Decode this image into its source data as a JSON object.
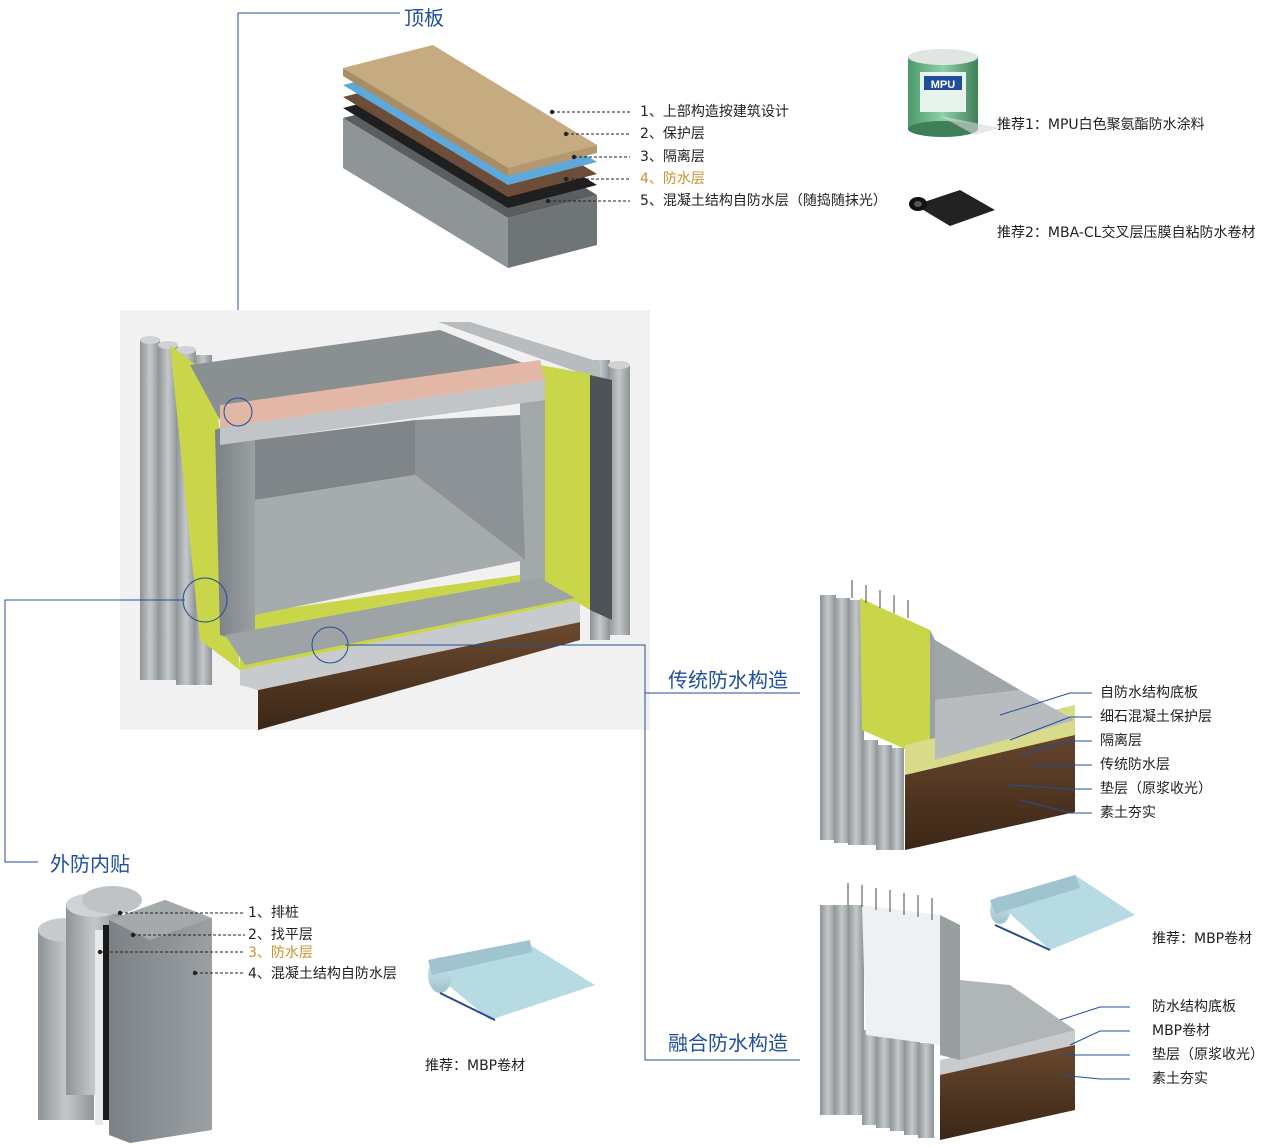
{
  "sections": {
    "roof": {
      "title": "顶板",
      "layers": [
        "1、上部构造按建筑设计",
        "2、保护层",
        "3、隔离层",
        "4、防水层",
        "5、混凝土结构自防水层（随捣随抹光）"
      ],
      "recommend_1": "推荐1：MPU白色聚氨酯防水涂料",
      "recommend_2": "推荐2：MBA-CL交叉层压膜自粘防水卷材",
      "can_label": "MPU"
    },
    "outer": {
      "title": "外防内贴",
      "layers": [
        "1、排桩",
        "2、找平层",
        "3、防水层",
        "4、混凝土结构自防水层"
      ],
      "recommend": "推荐：MBP卷材"
    },
    "traditional": {
      "title": "传统防水构造",
      "layers": [
        "自防水结构底板",
        "细石混凝土保护层",
        "隔离层",
        "传统防水层",
        "垫层（原浆收光）",
        "素土夯实"
      ]
    },
    "fusion": {
      "title": "融合防水构造",
      "layers": [
        "防水结构底板",
        "MBP卷材",
        "垫层（原浆收光）",
        "素土夯实"
      ],
      "recommend": "推荐：MBP卷材"
    }
  },
  "colors": {
    "accent_blue": "#1f4f9b",
    "highlight": "#c8932e",
    "waterproof_yellow": "#c9d64a"
  }
}
